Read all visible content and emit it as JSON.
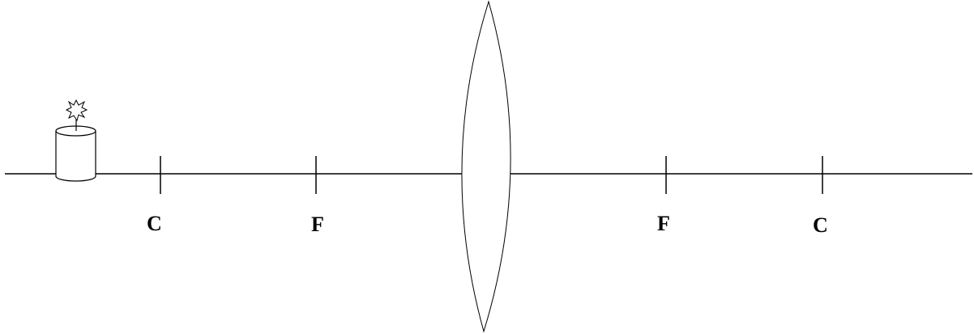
{
  "diagram": {
    "labels": {
      "c_left": "C",
      "f_left": "F",
      "f_right": "F",
      "c_right": "C"
    },
    "colors": {
      "line": "#000000",
      "background": "#ffffff"
    },
    "icons": {
      "object": "candle-icon",
      "lens": "convex-lens-icon"
    }
  }
}
